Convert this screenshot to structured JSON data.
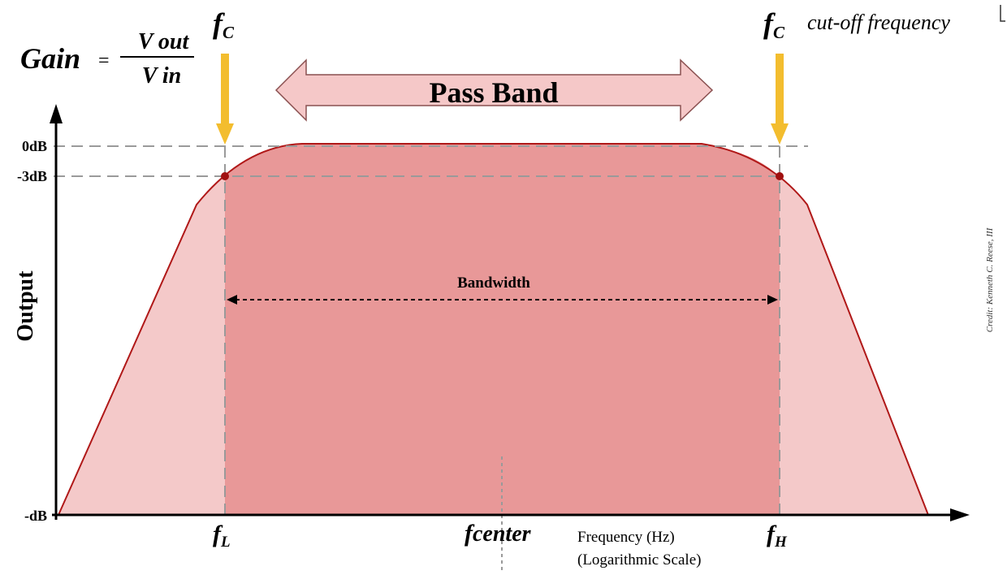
{
  "gain": {
    "label": "Gain",
    "equals": "=",
    "numerator": "V out",
    "denominator": "V in"
  },
  "cutoff_marker_left": {
    "letter": "f",
    "subscript": "C"
  },
  "cutoff_marker_right": {
    "letter": "f",
    "subscript": "C"
  },
  "cutoff_note": "cut-off frequency",
  "pass_band_label": "Pass Band",
  "bandwidth_label": "Bandwidth",
  "y_axis": {
    "title": "Output",
    "ticks": [
      "0dB",
      "-3dB",
      "-dB"
    ]
  },
  "x_axis": {
    "f_low": {
      "letter": "f",
      "subscript": "L"
    },
    "f_center": {
      "letter": "f",
      "word": "center"
    },
    "f_high": {
      "letter": "f",
      "subscript": "H"
    },
    "title_line1": "Frequency (Hz)",
    "title_line2": "(Logarithmic Scale)"
  },
  "credit": "Credit: Kenneth C. Reese, III",
  "colors": {
    "curve": "#b01818",
    "outer_fill": "#f4c9c9",
    "band_fill": "#e89898",
    "arrow_fill": "#f5c8c8",
    "arrow_stroke": "#8a5050",
    "cutoff_arrow": "#f3bd2e",
    "guide": "#9a9a9a",
    "axis": "#000000"
  }
}
